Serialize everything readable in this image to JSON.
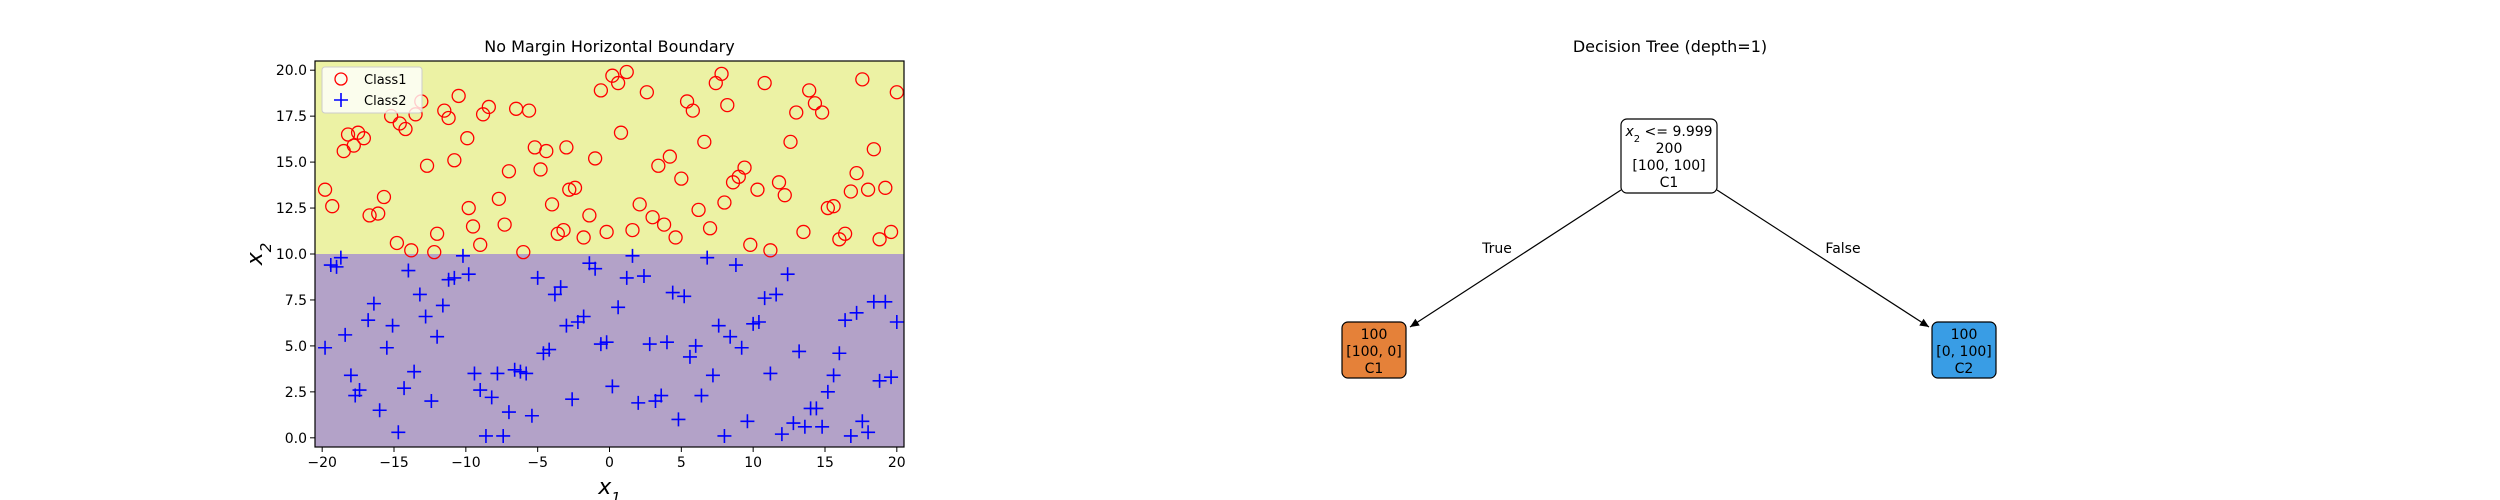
{
  "chart_data": [
    {
      "type": "scatter",
      "title": "No Margin Horizontal Boundary",
      "xlabel": "x1",
      "ylabel": "x2",
      "xlim": [
        -20.5,
        20.5
      ],
      "ylim": [
        -0.5,
        20.5
      ],
      "xticks": [
        "-20",
        "-15",
        "-10",
        "-5",
        "0",
        "5",
        "10",
        "15",
        "20"
      ],
      "yticks": [
        "0.0",
        "2.5",
        "5.0",
        "7.5",
        "10.0",
        "12.5",
        "15.0",
        "17.5",
        "20.0"
      ],
      "grid": false,
      "legend_position": "top-left",
      "regions": [
        {
          "label": "C1",
          "y_from": 10.0,
          "y_to": 20.5,
          "color": "#ecf2a4"
        },
        {
          "label": "C2",
          "y_from": -0.5,
          "y_to": 10.0,
          "color": "#b3a2c8"
        }
      ],
      "series": [
        {
          "name": "Class1",
          "marker": "circle",
          "color": "#ff0000",
          "points": [
            [
              -19.8,
              13.5
            ],
            [
              -19.3,
              12.6
            ],
            [
              -18.5,
              15.6
            ],
            [
              -18.2,
              16.5
            ],
            [
              -17.8,
              15.9
            ],
            [
              -17.5,
              16.6
            ],
            [
              -17.1,
              16.3
            ],
            [
              -16.7,
              12.1
            ],
            [
              -16.1,
              12.2
            ],
            [
              -15.7,
              13.1
            ],
            [
              -15.2,
              17.5
            ],
            [
              -14.8,
              10.6
            ],
            [
              -14.6,
              17.1
            ],
            [
              -14.2,
              16.8
            ],
            [
              -13.8,
              10.2
            ],
            [
              -13.5,
              17.6
            ],
            [
              -13.1,
              18.3
            ],
            [
              -12.7,
              14.8
            ],
            [
              -12.2,
              10.1
            ],
            [
              -12.0,
              11.1
            ],
            [
              -11.5,
              17.8
            ],
            [
              -11.2,
              17.4
            ],
            [
              -10.8,
              15.1
            ],
            [
              -10.5,
              18.6
            ],
            [
              -9.8,
              12.5
            ],
            [
              -9.5,
              11.5
            ],
            [
              -9.0,
              10.5
            ],
            [
              -8.8,
              17.6
            ],
            [
              -8.4,
              18.0
            ],
            [
              -7.7,
              13.0
            ],
            [
              -7.3,
              11.6
            ],
            [
              -7.0,
              14.5
            ],
            [
              -6.5,
              17.9
            ],
            [
              -6.0,
              10.1
            ],
            [
              -5.6,
              17.8
            ],
            [
              -5.2,
              15.8
            ],
            [
              -4.8,
              14.6
            ],
            [
              -4.4,
              15.6
            ],
            [
              -4.0,
              12.7
            ],
            [
              -3.6,
              11.1
            ],
            [
              -3.2,
              11.3
            ],
            [
              -2.8,
              13.5
            ],
            [
              -2.4,
              13.6
            ],
            [
              -1.8,
              10.9
            ],
            [
              -1.4,
              12.1
            ],
            [
              -1.0,
              15.2
            ],
            [
              -0.6,
              18.9
            ],
            [
              -0.2,
              11.2
            ],
            [
              0.2,
              19.7
            ],
            [
              0.6,
              19.3
            ],
            [
              1.2,
              19.9
            ],
            [
              1.6,
              11.3
            ],
            [
              2.1,
              12.7
            ],
            [
              2.6,
              18.8
            ],
            [
              3.0,
              12.0
            ],
            [
              3.4,
              14.8
            ],
            [
              3.8,
              11.6
            ],
            [
              4.2,
              15.3
            ],
            [
              4.6,
              10.9
            ],
            [
              5.0,
              14.1
            ],
            [
              5.4,
              18.3
            ],
            [
              5.8,
              17.8
            ],
            [
              6.2,
              12.4
            ],
            [
              6.6,
              16.1
            ],
            [
              7.0,
              11.4
            ],
            [
              7.4,
              19.3
            ],
            [
              7.8,
              19.8
            ],
            [
              8.2,
              18.1
            ],
            [
              8.6,
              13.9
            ],
            [
              9.0,
              14.2
            ],
            [
              9.4,
              14.7
            ],
            [
              9.8,
              10.5
            ],
            [
              10.3,
              13.5
            ],
            [
              10.8,
              19.3
            ],
            [
              11.2,
              10.2
            ],
            [
              11.8,
              13.9
            ],
            [
              12.2,
              13.2
            ],
            [
              12.6,
              16.1
            ],
            [
              13.0,
              17.7
            ],
            [
              13.5,
              11.2
            ],
            [
              13.9,
              18.9
            ],
            [
              14.3,
              18.2
            ],
            [
              14.8,
              17.7
            ],
            [
              15.2,
              12.5
            ],
            [
              15.6,
              12.6
            ],
            [
              16.0,
              10.8
            ],
            [
              16.4,
              11.1
            ],
            [
              16.8,
              13.4
            ],
            [
              17.2,
              14.4
            ],
            [
              17.6,
              19.5
            ],
            [
              18.0,
              13.5
            ],
            [
              18.4,
              15.7
            ],
            [
              18.8,
              10.8
            ],
            [
              19.2,
              13.6
            ],
            [
              19.6,
              11.2
            ],
            [
              20.0,
              18.8
            ],
            [
              -3.0,
              15.8
            ],
            [
              8.0,
              12.8
            ],
            [
              -9.9,
              16.3
            ],
            [
              0.8,
              16.6
            ]
          ]
        },
        {
          "name": "Class2",
          "marker": "plus",
          "color": "#0000ff",
          "points": [
            [
              -19.8,
              4.9
            ],
            [
              -19.4,
              9.4
            ],
            [
              -19.0,
              9.3
            ],
            [
              -18.7,
              9.8
            ],
            [
              -18.4,
              5.6
            ],
            [
              -18.0,
              3.4
            ],
            [
              -17.7,
              2.3
            ],
            [
              -17.4,
              2.6
            ],
            [
              -16.8,
              6.4
            ],
            [
              -16.4,
              7.3
            ],
            [
              -16.0,
              1.5
            ],
            [
              -15.5,
              4.9
            ],
            [
              -15.1,
              6.1
            ],
            [
              -14.7,
              0.3
            ],
            [
              -14.3,
              2.7
            ],
            [
              -14.0,
              9.1
            ],
            [
              -13.6,
              3.6
            ],
            [
              -13.2,
              7.8
            ],
            [
              -12.8,
              6.6
            ],
            [
              -12.4,
              2.0
            ],
            [
              -12.0,
              5.5
            ],
            [
              -11.6,
              7.2
            ],
            [
              -11.2,
              8.6
            ],
            [
              -10.8,
              8.7
            ],
            [
              -10.2,
              9.9
            ],
            [
              -9.8,
              8.9
            ],
            [
              -9.4,
              3.5
            ],
            [
              -9.0,
              2.6
            ],
            [
              -8.6,
              0.1
            ],
            [
              -8.2,
              2.2
            ],
            [
              -7.8,
              3.5
            ],
            [
              -7.4,
              0.1
            ],
            [
              -7.0,
              1.4
            ],
            [
              -6.6,
              3.7
            ],
            [
              -6.2,
              3.6
            ],
            [
              -5.8,
              3.5
            ],
            [
              -5.4,
              1.2
            ],
            [
              -5.0,
              8.7
            ],
            [
              -4.6,
              4.6
            ],
            [
              -4.2,
              4.8
            ],
            [
              -3.8,
              7.8
            ],
            [
              -3.4,
              8.2
            ],
            [
              -3.0,
              6.1
            ],
            [
              -2.6,
              2.1
            ],
            [
              -2.2,
              6.3
            ],
            [
              -1.8,
              6.6
            ],
            [
              -1.4,
              9.5
            ],
            [
              -1.0,
              9.2
            ],
            [
              -0.6,
              5.1
            ],
            [
              -0.2,
              5.2
            ],
            [
              0.2,
              2.8
            ],
            [
              0.6,
              7.1
            ],
            [
              1.2,
              8.7
            ],
            [
              1.6,
              9.9
            ],
            [
              2.0,
              1.9
            ],
            [
              2.4,
              8.8
            ],
            [
              2.8,
              5.1
            ],
            [
              3.2,
              2.0
            ],
            [
              3.6,
              2.3
            ],
            [
              4.0,
              5.2
            ],
            [
              4.4,
              7.9
            ],
            [
              4.8,
              1.0
            ],
            [
              5.2,
              7.7
            ],
            [
              5.6,
              4.4
            ],
            [
              6.0,
              5.0
            ],
            [
              6.4,
              2.3
            ],
            [
              6.8,
              9.8
            ],
            [
              7.2,
              3.4
            ],
            [
              7.6,
              6.1
            ],
            [
              8.0,
              0.1
            ],
            [
              8.4,
              5.5
            ],
            [
              8.8,
              9.4
            ],
            [
              9.2,
              4.9
            ],
            [
              9.6,
              0.9
            ],
            [
              10.0,
              6.2
            ],
            [
              10.4,
              6.3
            ],
            [
              10.8,
              7.6
            ],
            [
              11.2,
              3.5
            ],
            [
              11.6,
              7.8
            ],
            [
              12.0,
              0.2
            ],
            [
              12.4,
              8.9
            ],
            [
              12.8,
              0.8
            ],
            [
              13.2,
              4.7
            ],
            [
              13.6,
              0.6
            ],
            [
              14.0,
              1.6
            ],
            [
              14.4,
              1.6
            ],
            [
              14.8,
              0.6
            ],
            [
              15.2,
              2.5
            ],
            [
              15.6,
              3.4
            ],
            [
              16.0,
              4.6
            ],
            [
              16.4,
              6.4
            ],
            [
              16.8,
              0.1
            ],
            [
              17.2,
              6.8
            ],
            [
              17.6,
              0.9
            ],
            [
              18.0,
              0.3
            ],
            [
              18.4,
              7.4
            ],
            [
              18.8,
              3.1
            ],
            [
              19.2,
              7.4
            ],
            [
              19.6,
              3.3
            ],
            [
              20.0,
              6.3
            ]
          ]
        }
      ]
    },
    {
      "type": "tree",
      "title": "Decision Tree (depth=1)",
      "nodes": [
        {
          "id": "root",
          "feature": "x",
          "sub": "2",
          "condition": " <= 9.999",
          "samples": "200",
          "value": "[100, 100]",
          "class": "C1",
          "fill": "#ffffff"
        },
        {
          "id": "left",
          "samples": "100",
          "value": "[100, 0]",
          "class": "C1",
          "fill": "#e58139"
        },
        {
          "id": "right",
          "samples": "100",
          "value": "[0, 100]",
          "class": "C2",
          "fill": "#399de5"
        }
      ],
      "edges": [
        {
          "from": "root",
          "to": "left",
          "label": "True"
        },
        {
          "from": "root",
          "to": "right",
          "label": "False"
        }
      ]
    }
  ]
}
